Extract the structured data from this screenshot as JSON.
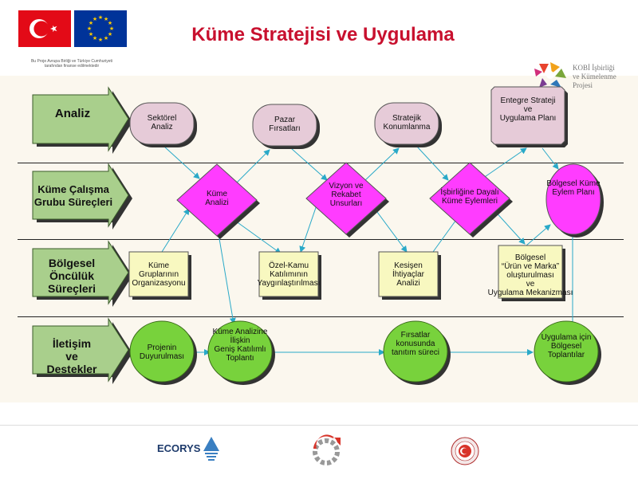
{
  "header": {
    "title": "Küme Stratejisi ve Uygulama",
    "funding_note_line1": "Bu Proje Avrupa Birliği ve Türkiye Cumhuriyeti",
    "funding_note_line2": "tarafından finanse edilmektedir",
    "kobi_logo_line1": "KOBİ İşbirliği",
    "kobi_logo_line2": "ve Kümelenme",
    "kobi_logo_line3": "Projesi"
  },
  "lanes": [
    {
      "line1": "Analiz",
      "line2": "",
      "line3": ""
    },
    {
      "line1": "Küme Çalışma",
      "line2": "Grubu Süreçleri",
      "line3": ""
    },
    {
      "line1": "Bölgesel",
      "line2": "Öncülük",
      "line3": "Süreçleri"
    },
    {
      "line1": "İletişim",
      "line2": "ve",
      "line3": "Destekler"
    }
  ],
  "nodes": {
    "sektorel_analiz": {
      "line1": "Sektörel",
      "line2": "Analiz"
    },
    "pazar_firsatlari": {
      "line1": "Pazar",
      "line2": "Fırsatları"
    },
    "stratejik_konumlanma": {
      "line1": "Stratejik",
      "line2": "Konumlanma"
    },
    "entegre_strateji": {
      "line1": "Entegre Strateji",
      "line2": "ve",
      "line3": "Uygulama Planı"
    },
    "kume_analizi": {
      "line1": "Küme",
      "line2": "Analizi"
    },
    "vizyon": {
      "line1": "Vizyon ve",
      "line2": "Rekabet",
      "line3": "Unsurları"
    },
    "isbirligi": {
      "line1": "İşbirliğine Dayalı",
      "line2": "Küme Eylemleri"
    },
    "bolgesel_kume_eylem": {
      "line1": "Bölgesel Küme",
      "line2": "Eylem Planı"
    },
    "kume_gruplari": {
      "line1": "Küme",
      "line2": "Gruplarının",
      "line3": "Organizasyonu"
    },
    "ozel_kamu": {
      "line1": "Özel-Kamu",
      "line2": "Katılımının",
      "line3": "Yaygınlaştırılması"
    },
    "kesisen": {
      "line1": "Kesişen",
      "line2": "İhtiyaçlar",
      "line3": "Analizi"
    },
    "urun_marka": {
      "line1": "Bölgesel",
      "line2": "“Ürün ve Marka”",
      "line3": "oluşturulması",
      "line4": "ve",
      "line5": "Uygulama Mekanizması"
    },
    "projenin_duyurulmasi": {
      "line1": "Projenin",
      "line2": "Duyurulması"
    },
    "kume_analizine_iliskin": {
      "line1": "Küme Analizine",
      "line2": "İlişkin",
      "line3": "Geniş Katılımlı",
      "line4": "Toplantı"
    },
    "firsatlar_konusunda": {
      "line1": "Fırsatlar",
      "line2": "konusunda",
      "line3": "tanıtım süreci"
    },
    "uygulama_icin": {
      "line1": "Uygulama için",
      "line2": "Bölgesel",
      "line3": "Toplantılar"
    }
  },
  "footer": {
    "ecorys_label": "ECORYS"
  },
  "colors": {
    "title_red": "#c8102e",
    "turkish_red": "#e30a17",
    "eu_blue": "#003399",
    "eu_gold": "#ffcc00",
    "lane_arrow_green": "#a9cf8c",
    "analysis_node": "#e6cbd8",
    "diamond_magenta": "#ff3cff",
    "regional_box": "#f8f8c0",
    "communication_circle": "#78d23c",
    "connector_cyan": "#29a9c8"
  }
}
